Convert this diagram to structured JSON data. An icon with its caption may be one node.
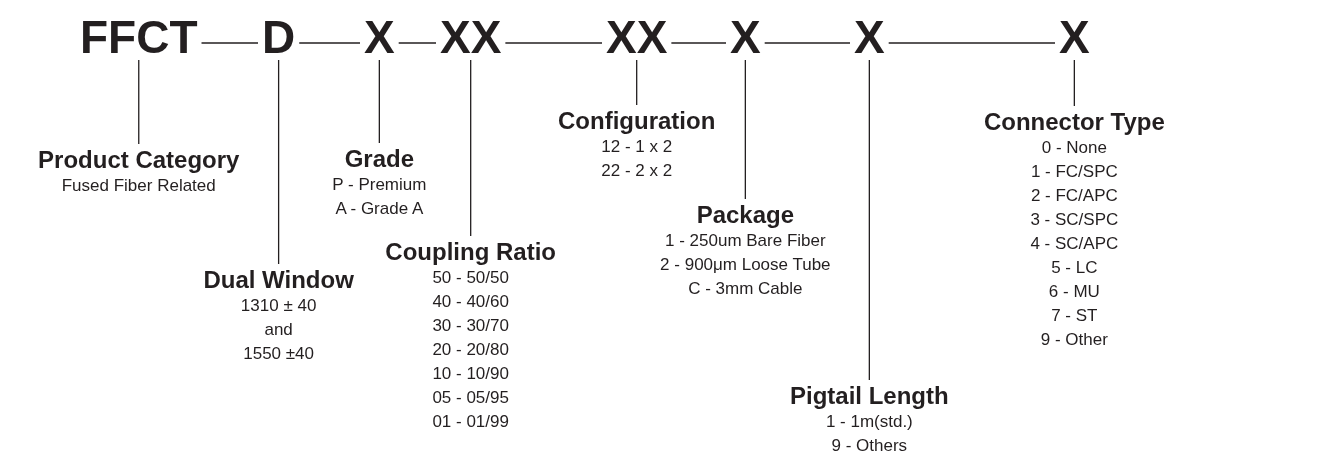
{
  "diagram": {
    "nodes": [
      {
        "text": [
          "FFCT"
        ]
      },
      {
        "text": [
          "D"
        ]
      },
      {
        "text": [
          "X"
        ]
      },
      {
        "text": [
          "XX"
        ]
      },
      {
        "text": [
          "XX"
        ]
      },
      {
        "text": [
          "X"
        ]
      },
      {
        "text": [
          "X"
        ]
      },
      {
        "text": [
          "X"
        ]
      },
      {
        "text": [
          "Product Category",
          "Fused Fiber Related"
        ]
      },
      {
        "text": [
          "Dual Window",
          "1310 ± 40",
          "and",
          "1550 ±40"
        ]
      },
      {
        "text": [
          "Grade",
          "P - Premium",
          "A - Grade  A"
        ]
      },
      {
        "text": [
          "Coupling Ratio",
          "50 - 50/50",
          "40 - 40/60",
          "30 - 30/70",
          "20 - 20/80",
          "10 - 10/90",
          "05 - 05/95",
          "01 - 01/99"
        ]
      },
      {
        "text": [
          "Configuration",
          "12 - 1 x 2",
          "22 - 2 x 2"
        ]
      },
      {
        "text": [
          "Package",
          "1 - 250um Bare Fiber",
          "2 - 900μm Loose Tube",
          "C - 3mm Cable"
        ]
      },
      {
        "text": [
          "Pigtail Length",
          "1 - 1m(std.)",
          "9 - Others"
        ]
      },
      {
        "text": [
          "Connector Type",
          "0 - None",
          "1 - FC/SPC",
          "2 - FC/APC",
          "3 - SC/SPC",
          "4 - SC/APC",
          "5 - LC",
          "6 - MU",
          "7 - ST",
          "9 - Other"
        ]
      }
    ],
    "edges": [
      {
        "from": 0,
        "to": 1,
        "arrow": "none"
      },
      {
        "from": 1,
        "to": 2,
        "arrow": "none"
      },
      {
        "from": 2,
        "to": 3,
        "arrow": "none"
      },
      {
        "from": 3,
        "to": 4,
        "arrow": "none"
      },
      {
        "from": 4,
        "to": 5,
        "arrow": "none"
      },
      {
        "from": 5,
        "to": 6,
        "arrow": "none"
      },
      {
        "from": 6,
        "to": 7,
        "arrow": "none"
      },
      {
        "from": 0,
        "to": 8,
        "arrow": "none"
      },
      {
        "from": 1,
        "to": 9,
        "arrow": "none"
      },
      {
        "from": 2,
        "to": 10,
        "arrow": "none"
      },
      {
        "from": 3,
        "to": 11,
        "arrow": "none"
      },
      {
        "from": 4,
        "to": 12,
        "arrow": "none"
      },
      {
        "from": 5,
        "to": 13,
        "arrow": "none"
      },
      {
        "from": 6,
        "to": 14,
        "arrow": "none"
      },
      {
        "from": 7,
        "to": 15,
        "arrow": "none"
      }
    ]
  }
}
